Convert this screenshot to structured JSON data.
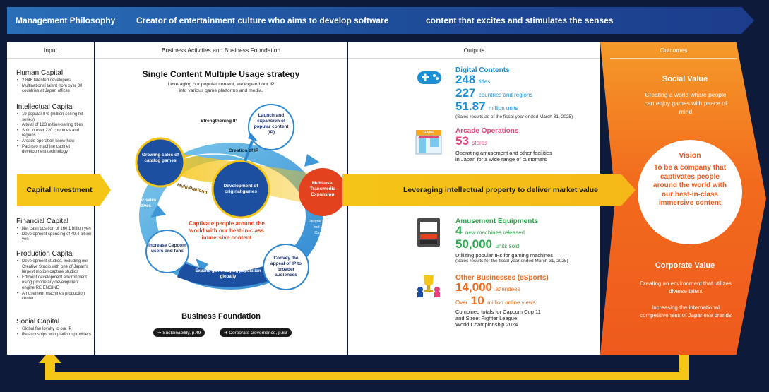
{
  "header": {
    "label": "Management Philosophy",
    "philosophy_part1": "Creator of entertainment culture who aims to develop software",
    "philosophy_part2": "content that excites and stimulates the senses"
  },
  "columns": {
    "input": "Input",
    "business": "Business Activities and Business Foundation",
    "outputs": "Outputs",
    "outcomes": "Outcomes"
  },
  "input": {
    "human": {
      "title": "Human Capital",
      "items": [
        "2,846 talented developers",
        "Multinational talent from over 30 countries at Japan offices"
      ]
    },
    "intellectual": {
      "title": "Intellectual Capital",
      "items": [
        "19 popular IPs (million-selling hit series)",
        "A total of 123 million-selling titles",
        "Sold in over 220 countries and regions",
        "Arcade operation know-how",
        "Pachislo machine cabinet development technology"
      ]
    },
    "capital_investment": "Capital Investment",
    "financial": {
      "title": "Financial Capital",
      "items": [
        "Net cash position of 160.1 billion yen",
        "Development spending of 49.4 billion yen"
      ]
    },
    "production": {
      "title": "Production Capital",
      "items": [
        "Development studios, including our Creative Studio with one of Japan's largest motion capture studios",
        "Efficient development environment using proprietary development engine RE ENGINE",
        "Amusement machines production center"
      ]
    },
    "social": {
      "title": "Social Capital",
      "items": [
        "Global fan loyalty to our IP",
        "Relationships with platform providers"
      ]
    }
  },
  "business": {
    "strategy_title": "Single Content Multiple Usage strategy",
    "strategy_desc_1": "Leveraging our popular content, we expand our IP",
    "strategy_desc_2": "into various game platforms and media.",
    "growing_catalog": "Growing sales of catalog games",
    "development_original": "Development of original games",
    "creation_of_ip": "Creation of IP",
    "strengthening_ip": "Strengthening IP",
    "launch_expansion": "Launch and expansion of popular content (IP)",
    "capcom_ip": "Capcom IP",
    "multi_platform": "Multi-Platform",
    "multi_use": "Multi-use/ Transmedia Expansion",
    "people_not_know": "People who do not know Capcom",
    "convey_appeal": "Convey the appeal of IP to broader audiences",
    "expand_buying": "Expand game-buying population globally",
    "increase_users": "Increase Capcom users and fans",
    "strategic_sales": "Strategic sales initiatives",
    "captivate": "Captivate people around the world with our best-in-class immersive content",
    "foundation_title": "Business Foundation",
    "sustainability": "➜ Sustainability, p.49",
    "governance": "➜ Corporate Governance, p.63"
  },
  "leverage_text": "Leveraging intellectual property to deliver market value",
  "outputs": {
    "digital": {
      "title": "Digital Contents",
      "titles_num": "248",
      "titles_unit": "titles",
      "countries_num": "227",
      "countries_unit": "countries and regions",
      "units_num": "51.87",
      "units_unit": "million units",
      "note": "(Sales results as of the fiscal year ended March 31, 2025)"
    },
    "arcade": {
      "title": "Arcade Operations",
      "stores_num": "53",
      "stores_unit": "stores",
      "desc_1": "Operating amusement and other facilities",
      "desc_2": "in Japan for a wide range of customers",
      "sign": "GAME"
    },
    "amusement": {
      "title": "Amusement Equipments",
      "machines_num": "4",
      "machines_unit": "new machines released",
      "sold_num": "50,000",
      "sold_unit": "units sold",
      "desc": "Utilizing popular IPs for gaming machines",
      "note": "(Sales results for the fiscal year ended March 31, 2025)"
    },
    "other": {
      "title": "Other Businesses (eSports)",
      "attendees_num": "14,000",
      "attendees_unit": "attendees",
      "views_prefix": "Over",
      "views_num": "10",
      "views_unit": "million online views",
      "desc_1": "Combined totals for Capcom Cup 11",
      "desc_2": "and Street Fighter League:",
      "desc_3": "World Championship 2024"
    }
  },
  "outcomes": {
    "social_title": "Social Value",
    "social_desc": "Creating a world where people can enjoy games with peace of mind",
    "vision_title": "Vision",
    "vision_desc": "To be a company that captivates people around the world with our best-in-class immersive content",
    "corporate_title": "Corporate Value",
    "corporate_desc_1": "Creating an environment that utilizes diverse talent",
    "corporate_desc_2": "Increasing the international competitiveness of Japanese brands"
  },
  "colors": {
    "header_blue": "#1e4e9a",
    "yellow": "#f5c518",
    "orange": "#f26b1d",
    "digital_blue": "#1a8fd6",
    "arcade_pink": "#e6457a",
    "amusement_green": "#2fa84f",
    "esports_orange": "#ee6a1d",
    "navy": "#1a2f6e"
  }
}
